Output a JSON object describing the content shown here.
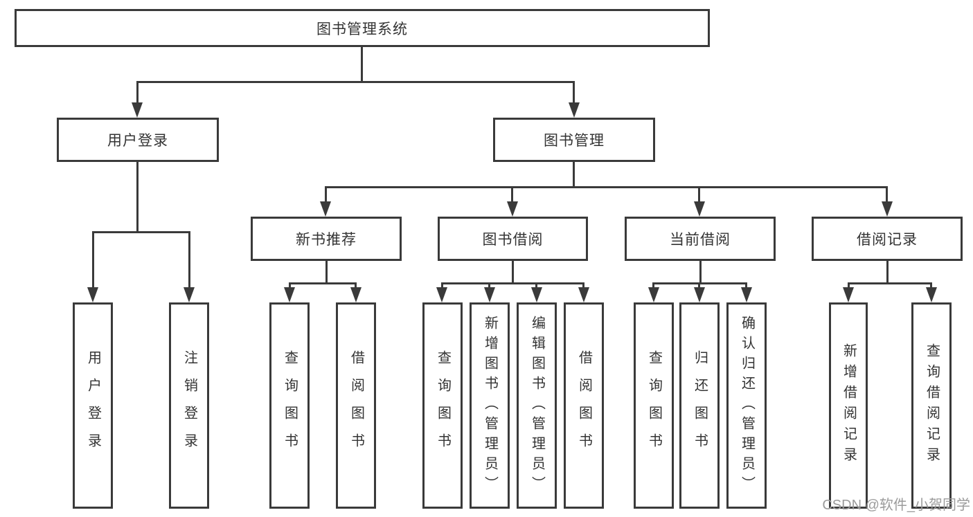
{
  "diagram": {
    "tree": {
      "label": "图书管理系统",
      "children": [
        {
          "label": "用户登录",
          "children": [
            {
              "label": "用户登录"
            },
            {
              "label": "注销登录"
            }
          ]
        },
        {
          "label": "图书管理",
          "children": [
            {
              "label": "新书推荐",
              "children": [
                {
                  "label": "查询图书"
                },
                {
                  "label": "借阅图书"
                }
              ]
            },
            {
              "label": "图书借阅",
              "children": [
                {
                  "label": "查询图书"
                },
                {
                  "label": "新增图书（管理员）"
                },
                {
                  "label": "编辑图书（管理员）"
                },
                {
                  "label": "借阅图书"
                }
              ]
            },
            {
              "label": "当前借阅",
              "children": [
                {
                  "label": "查询图书"
                },
                {
                  "label": "归还图书"
                },
                {
                  "label": "确认归还（管理员）"
                }
              ]
            },
            {
              "label": "借阅记录",
              "children": [
                {
                  "label": "新增借阅记录"
                },
                {
                  "label": "查询借阅记录"
                }
              ]
            }
          ]
        }
      ]
    }
  },
  "watermark": {
    "text": "CSDN @软件_小贺同学"
  },
  "colors": {
    "line": "#3a3a3a",
    "text": "#333333",
    "watermark": "#9b9b9b",
    "background": "#ffffff"
  }
}
